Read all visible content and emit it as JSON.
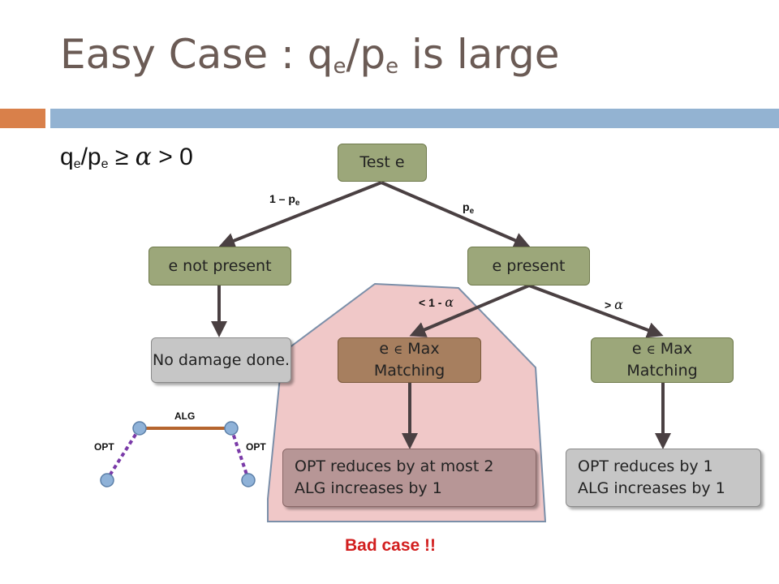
{
  "slide": {
    "title_prefix": "Easy Case : q",
    "title_sub1": "e",
    "title_slash": "/p",
    "title_sub2": "e",
    "title_suffix": " is large"
  },
  "condition": {
    "q": "q",
    "sub1": "e",
    "slash": "/p",
    "sub2": "e",
    "geq": " ≥ ",
    "alpha": "α",
    "rest": " > 0"
  },
  "nodes": {
    "root": "Test e",
    "not_present": "e not present",
    "present": "e  present",
    "no_damage": "No damage done.",
    "max_left_pre": "e ",
    "max_left_in": "∈",
    "max_left_post": " Max Matching",
    "max_right_pre": "e ",
    "max_right_in": "∈",
    "max_right_post": " Max Matching",
    "bad_line1": "OPT reduces by at most 2",
    "bad_line2": "ALG increases by 1",
    "good_line1": "OPT reduces by 1",
    "good_line2": "ALG increases by 1"
  },
  "edges": {
    "left_prob": "1 – p",
    "left_prob_sub": "e",
    "right_prob": "p",
    "right_prob_sub": "e",
    "low_branch": "< 1 - ",
    "low_alpha": "α",
    "high_branch": "> ",
    "high_alpha": "α"
  },
  "mini": {
    "alg": "ALG",
    "opt_left": "OPT",
    "opt_right": "OPT"
  },
  "bad_case": "Bad case !!",
  "colors": {
    "title": "#6b5b55",
    "accent_bar": "#d9804a",
    "main_bar": "#93b3d2",
    "node_green": "#9ca77a",
    "highlight_region": "#f0c8c8",
    "bad_case": "#d21f1f",
    "edge_alg": "#b5652f",
    "edge_opt": "#7a3aa8"
  }
}
